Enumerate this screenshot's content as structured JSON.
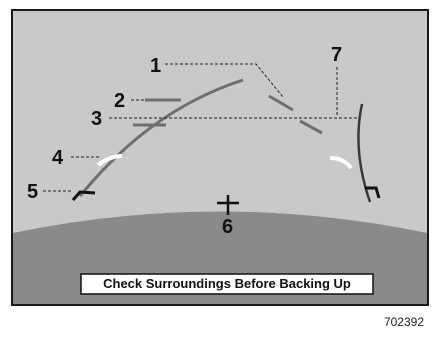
{
  "diagram": {
    "callouts": {
      "c1": "1",
      "c2": "2",
      "c3": "3",
      "c4": "4",
      "c5": "5",
      "c6": "6",
      "c7": "7"
    },
    "warning_banner": "Check Surroundings Before Backing Up",
    "figure_code": "702392",
    "colors": {
      "screen_background": "#c9c9c9",
      "bumper_area": "#8a8a8a",
      "frame": "#1a1a1a",
      "banner_fill": "#ffffff",
      "guide_lines": "#7a7a7a",
      "leader_lines": "#222222"
    }
  }
}
